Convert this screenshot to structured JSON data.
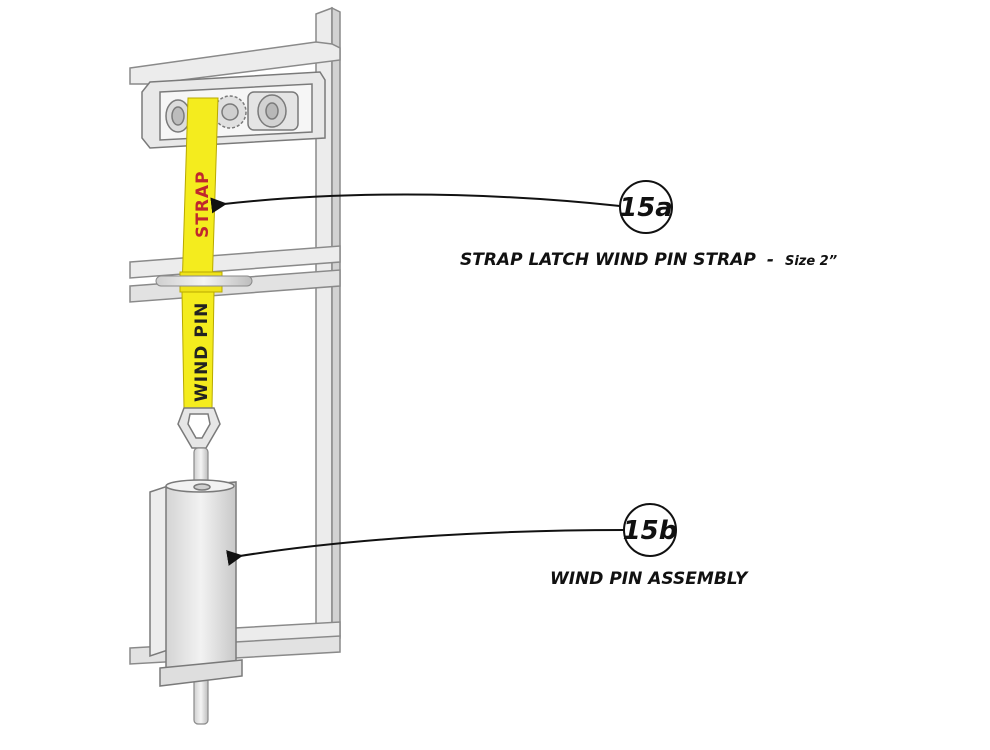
{
  "colors": {
    "strap": "#f4ec1e",
    "strap_text_top": "#c0272d",
    "strap_text_bottom": "#222222",
    "metal": "#e6e6e6",
    "metal_stroke": "#8a8a8a",
    "ink": "#111111"
  },
  "strap": {
    "top_word": "STRAP",
    "bottom_word": "WIND PIN"
  },
  "callouts": [
    {
      "number": "15a",
      "label": "STRAP LATCH WIND PIN STRAP",
      "separator": " - ",
      "size_note": "Size 2”"
    },
    {
      "number": "15b",
      "label": "WIND PIN ASSEMBLY"
    }
  ]
}
